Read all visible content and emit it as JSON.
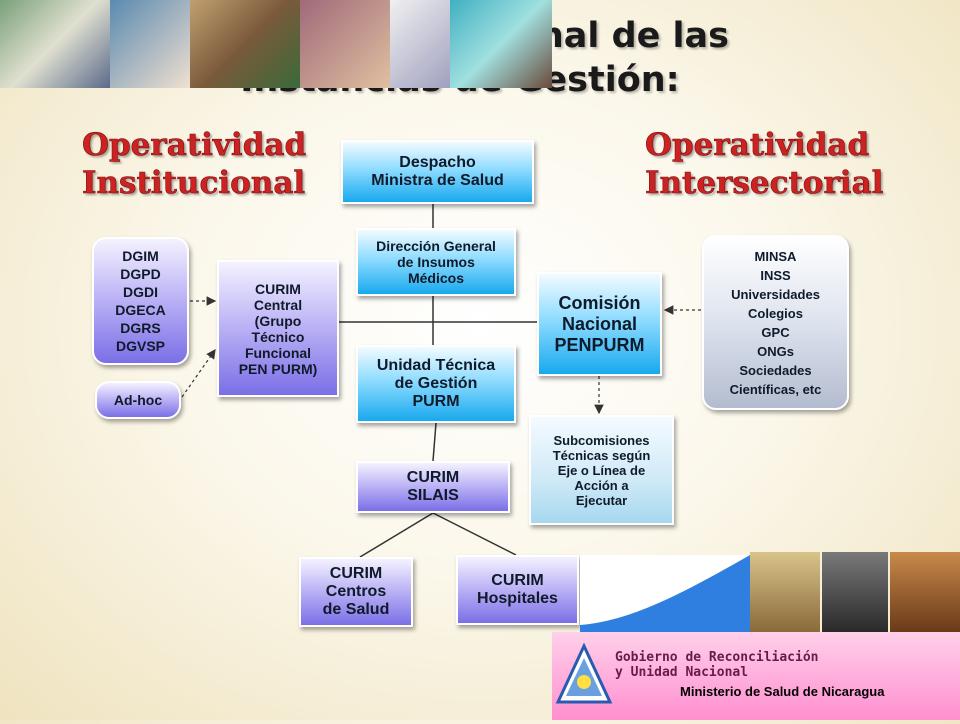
{
  "title": {
    "line1": "Estructura Funcional de las",
    "line2": "Instancias de Gestión:"
  },
  "sections": {
    "left": {
      "line1": "Operatividad",
      "line2": "Institucional"
    },
    "right": {
      "line1": "Operatividad",
      "line2": "Intersectorial"
    }
  },
  "boxes": {
    "despacho": [
      "Despacho",
      "Ministra de Salud"
    ],
    "dg_insumos": [
      "Dirección General",
      "de Insumos",
      "Médicos"
    ],
    "unidad_tecnica": [
      "Unidad Técnica",
      "de Gestión",
      "PURM"
    ],
    "curim_silais": [
      "CURIM",
      "SILAIS"
    ],
    "curim_central": [
      "CURIM",
      "Central",
      "(Grupo",
      "Técnico",
      "Funcional",
      "PEN PURM)"
    ],
    "comision": [
      "Comisión",
      "Nacional",
      "PENPURM"
    ],
    "subcomisiones": [
      "Subcomisiones",
      "Técnicas según",
      "Eje o Línea de",
      "Acción a",
      "Ejecutar"
    ],
    "curim_centros": [
      "CURIM",
      "Centros",
      "de Salud"
    ],
    "curim_hospitales": [
      "CURIM",
      "Hospitales"
    ],
    "dgim_list": [
      "DGIM",
      "DGPD",
      "DGDI",
      "DGECA",
      "DGRS",
      "DGVSP"
    ],
    "adhoc": [
      "Ad-hoc"
    ],
    "minsa_list": [
      "MINSA",
      "INSS",
      "Universidades",
      "Colegios",
      "GPC",
      "ONGs",
      "Sociedades",
      "Científicas, etc"
    ]
  },
  "footer": {
    "gov_line1": "Gobierno de Reconciliación",
    "gov_line2": "y Unidad Nacional",
    "ministry": "Ministerio de Salud de Nicaragua"
  },
  "colors": {
    "section_red": "#cc2222",
    "box_cyan": "#18a9ee",
    "box_purple": "#7a6fe6",
    "footer_pink": "#ff8fd0"
  }
}
